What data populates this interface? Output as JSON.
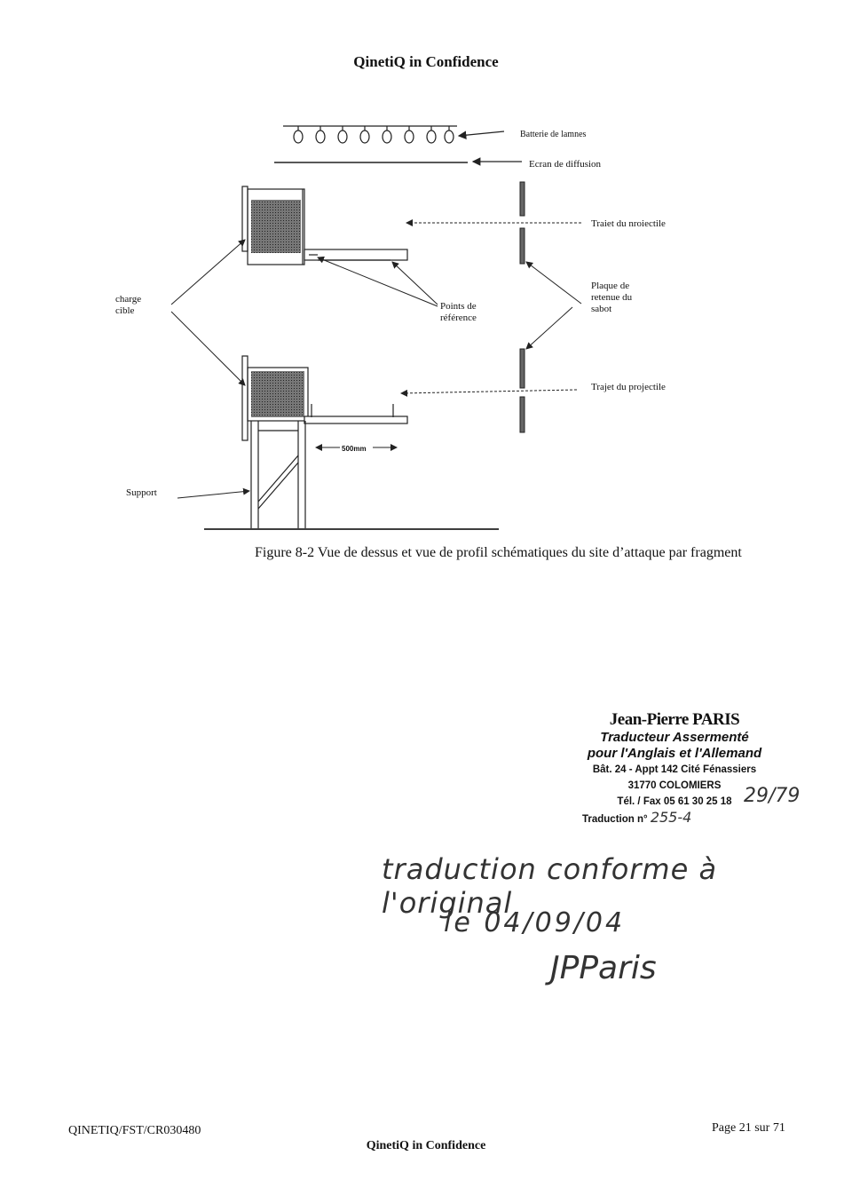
{
  "header": {
    "confidentiality": "QinetiQ in Confidence"
  },
  "diagram": {
    "labels": {
      "lamps": "Batterie de lamnes",
      "screen": "Ecran de diffusion",
      "trajectory_top": "Traiet du nroiectile",
      "trajectory_bottom": "Trajet du projectile",
      "plate": [
        "Plaque de",
        "retenue du",
        "sabot"
      ],
      "charge": [
        "charge",
        "cible"
      ],
      "reference": [
        "Points de",
        "référence"
      ],
      "support": "Support",
      "dimension": "500mm"
    }
  },
  "caption": "Figure 8-2 Vue de dessus et vue de profil schématiques du site d’attaque par fragment",
  "stamp": {
    "name": "Jean-Pierre PARIS",
    "title": "Traducteur Assermenté",
    "languages": "pour l'Anglais et l'Allemand",
    "address": "Bât. 24 - Appt 142 Cité Fénassiers",
    "city": "31770 COLOMIERS",
    "phone": "Tél. / Fax 05 61 30 25 18",
    "translation_label": "Traduction n°",
    "translation_number": "255-4",
    "page_ref": "29/79"
  },
  "handwriting": {
    "line1": "traduction conforme à l'original",
    "line2": "le 04/09/04",
    "signature": "JPParis"
  },
  "footer": {
    "doc_code": "QINETIQ/FST/CR030480",
    "page": "Page 21 sur 71",
    "confidentiality": "QinetiQ in Confidence"
  }
}
